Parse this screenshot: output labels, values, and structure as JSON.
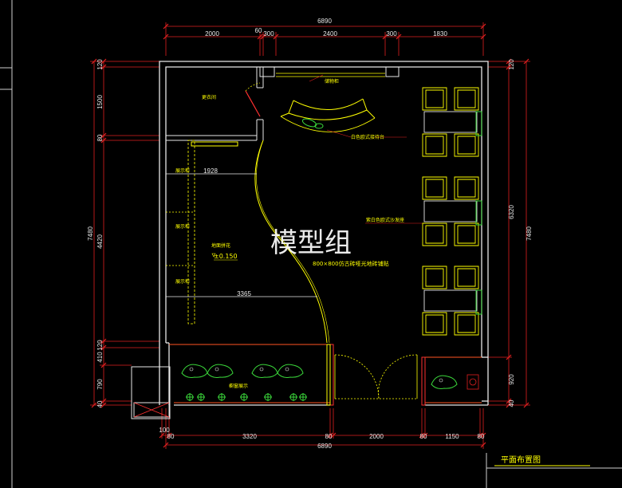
{
  "watermark": "模型组",
  "drawing_title": "平面布置图",
  "top_dims": {
    "overall": "6890",
    "segments": [
      "2000",
      "60",
      "300",
      "2400",
      "300",
      "1830"
    ]
  },
  "bottom_dims": {
    "overall": "6890",
    "segments": [
      "100",
      "80",
      "3320",
      "80",
      "2000",
      "80",
      "1150",
      "80"
    ]
  },
  "left_dims": {
    "overall": "7480",
    "segments": [
      "120",
      "1500",
      "80",
      "4420",
      "120",
      "410",
      "790",
      "40"
    ]
  },
  "right_dims": {
    "overall": "7480",
    "inner": "6320",
    "segments": [
      "120",
      "920",
      "40"
    ]
  },
  "inner_dims": {
    "d1": "1928",
    "d2": "3365"
  },
  "labels": {
    "room": "更衣间",
    "cabinet": "储物柜",
    "counter": "白色欧式接待台",
    "sofa": "紫白色欧式沙发座",
    "floor_area": "地面拼花",
    "elevation": "±0.150",
    "tile": "800×800仿古砖哑光地砖铺贴",
    "display1": "展示柜",
    "display2": "展示柜",
    "display3": "展示柜",
    "window_display": "橱窗展示"
  }
}
